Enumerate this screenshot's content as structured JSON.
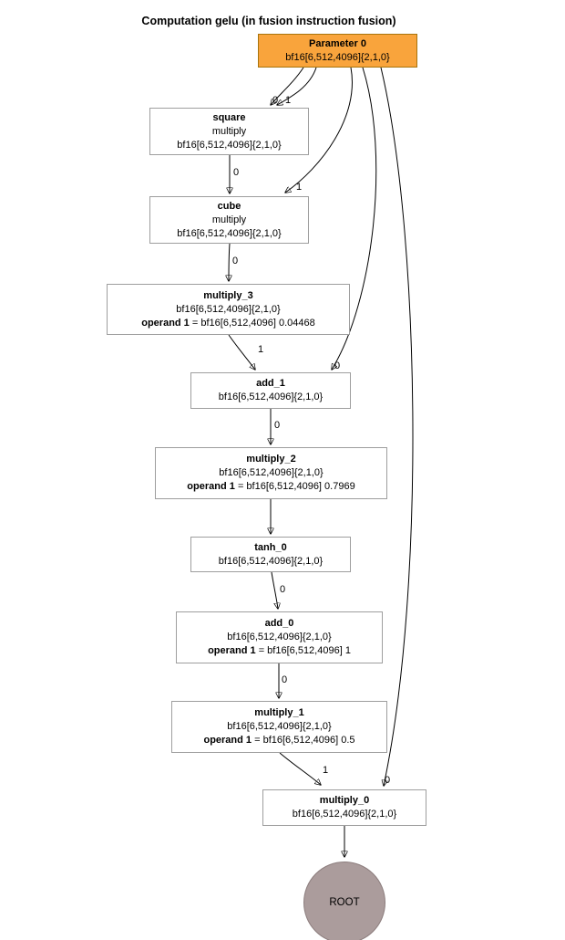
{
  "title": "Computation gelu (in fusion instruction fusion)",
  "shape_common": "bf16[6,512,4096]{2,1,0}",
  "nodes": {
    "parameter0": {
      "title": "Parameter 0",
      "shape": "bf16[6,512,4096]{2,1,0}"
    },
    "square": {
      "title": "square",
      "op": "multiply",
      "shape": "bf16[6,512,4096]{2,1,0}"
    },
    "cube": {
      "title": "cube",
      "op": "multiply",
      "shape": "bf16[6,512,4096]{2,1,0}"
    },
    "multiply_3": {
      "title": "multiply_3",
      "shape": "bf16[6,512,4096]{2,1,0}",
      "operand_label": "operand 1",
      "operand_value": "= bf16[6,512,4096] 0.04468"
    },
    "add_1": {
      "title": "add_1",
      "shape": "bf16[6,512,4096]{2,1,0}"
    },
    "multiply_2": {
      "title": "multiply_2",
      "shape": "bf16[6,512,4096]{2,1,0}",
      "operand_label": "operand 1",
      "operand_value": "= bf16[6,512,4096] 0.7969"
    },
    "tanh_0": {
      "title": "tanh_0",
      "shape": "bf16[6,512,4096]{2,1,0}"
    },
    "add_0": {
      "title": "add_0",
      "shape": "bf16[6,512,4096]{2,1,0}",
      "operand_label": "operand 1",
      "operand_value": "= bf16[6,512,4096] 1"
    },
    "multiply_1": {
      "title": "multiply_1",
      "shape": "bf16[6,512,4096]{2,1,0}",
      "operand_label": "operand 1",
      "operand_value": "= bf16[6,512,4096] 0.5"
    },
    "multiply_0": {
      "title": "multiply_0",
      "shape": "bf16[6,512,4096]{2,1,0}"
    },
    "root": {
      "title": "ROOT"
    }
  },
  "edges": [
    {
      "from": "Parameter 0",
      "to": "square",
      "label": "0"
    },
    {
      "from": "Parameter 0",
      "to": "square",
      "label": "1"
    },
    {
      "from": "square",
      "to": "cube",
      "label": "0"
    },
    {
      "from": "Parameter 0",
      "to": "cube",
      "label": "1"
    },
    {
      "from": "cube",
      "to": "multiply_3",
      "label": "0"
    },
    {
      "from": "multiply_3",
      "to": "add_1",
      "label": "1"
    },
    {
      "from": "Parameter 0",
      "to": "add_1",
      "label": "0"
    },
    {
      "from": "add_1",
      "to": "multiply_2",
      "label": "0"
    },
    {
      "from": "multiply_2",
      "to": "tanh_0",
      "label": ""
    },
    {
      "from": "tanh_0",
      "to": "add_0",
      "label": "0"
    },
    {
      "from": "add_0",
      "to": "multiply_1",
      "label": "0"
    },
    {
      "from": "multiply_1",
      "to": "multiply_0",
      "label": "1"
    },
    {
      "from": "Parameter 0",
      "to": "multiply_0",
      "label": "0"
    },
    {
      "from": "multiply_0",
      "to": "ROOT",
      "label": ""
    }
  ],
  "colors": {
    "parameter_fill": "#f9a43c",
    "parameter_border": "#a8740c",
    "node_border": "#9e9e9e",
    "root_fill": "#ab9c9c",
    "root_border": "#8c7d7d",
    "edge": "#000000"
  }
}
